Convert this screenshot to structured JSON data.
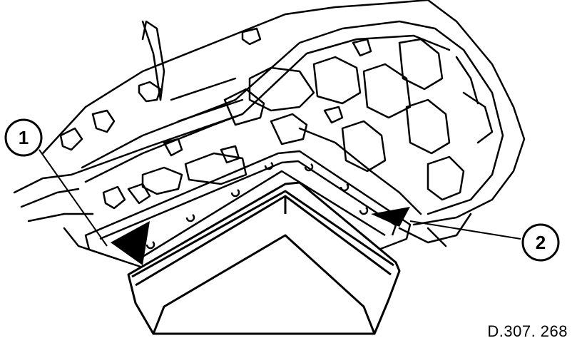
{
  "callouts": [
    {
      "label": "1"
    },
    {
      "label": "2"
    }
  ],
  "figure_code": "D.307. 268",
  "colors": {
    "line": "#000000",
    "background": "#ffffff"
  }
}
